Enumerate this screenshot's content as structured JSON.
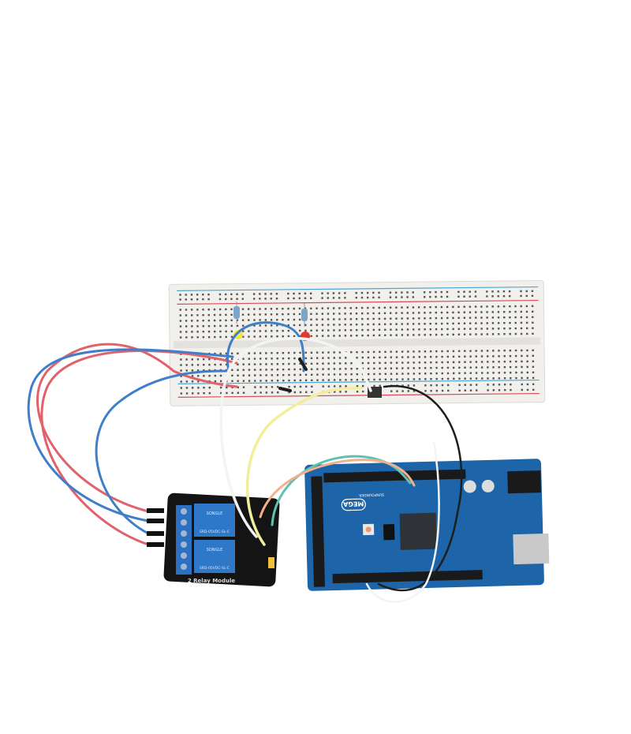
{
  "scene": {
    "relay_module": {
      "label": "2 Relay Module",
      "relay_brand": "SONGLE",
      "relay_model": "SRD-05VDC-SL-C"
    },
    "board": {
      "name": "MEGA",
      "brand": "SUNFOUNDER"
    }
  },
  "colors": {
    "background": "#ffffff",
    "breadboard": "#f1f0ec",
    "rail_red": "#d94a5a",
    "rail_blue": "#4aa6d6",
    "pcb_blue": "#1d64a8",
    "relay_blue": "#2f78c8",
    "relay_pcb": "#141414",
    "wire_red": "#e0626a",
    "wire_blue": "#3f7fc9",
    "wire_white": "#f4f4f4",
    "wire_yellow": "#f3ee9a",
    "wire_black": "#1e1e1e",
    "wire_teal": "#5fc2b0",
    "wire_peach": "#f2b08c"
  }
}
